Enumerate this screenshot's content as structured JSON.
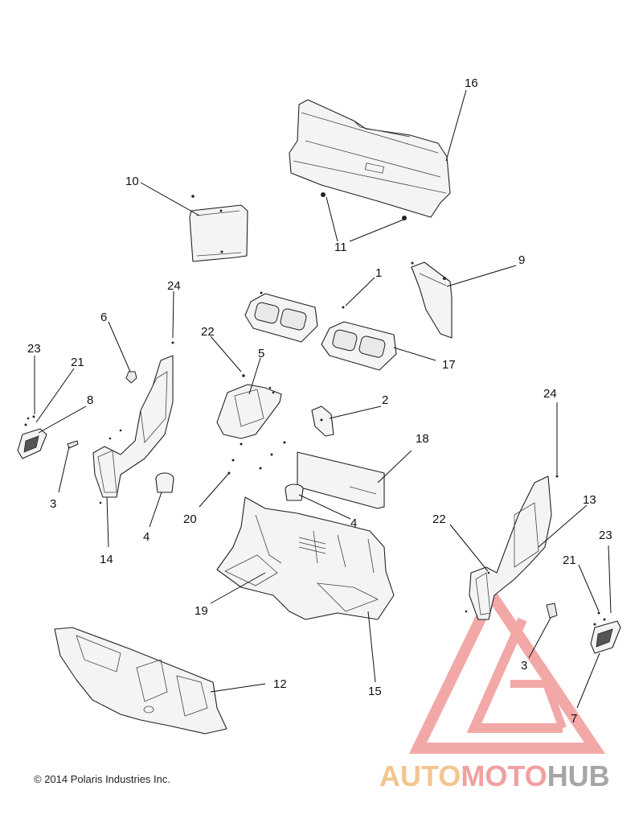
{
  "callouts": [
    {
      "id": "c1",
      "label": "1"
    },
    {
      "id": "c2",
      "label": "2"
    },
    {
      "id": "c3a",
      "label": "3"
    },
    {
      "id": "c3b",
      "label": "3"
    },
    {
      "id": "c4a",
      "label": "4"
    },
    {
      "id": "c4b",
      "label": "4"
    },
    {
      "id": "c5",
      "label": "5"
    },
    {
      "id": "c6",
      "label": "6"
    },
    {
      "id": "c7",
      "label": "7"
    },
    {
      "id": "c8",
      "label": "8"
    },
    {
      "id": "c9",
      "label": "9"
    },
    {
      "id": "c10",
      "label": "10"
    },
    {
      "id": "c11",
      "label": "11"
    },
    {
      "id": "c12",
      "label": "12"
    },
    {
      "id": "c13",
      "label": "13"
    },
    {
      "id": "c14",
      "label": "14"
    },
    {
      "id": "c15",
      "label": "15"
    },
    {
      "id": "c16",
      "label": "16"
    },
    {
      "id": "c17",
      "label": "17"
    },
    {
      "id": "c18",
      "label": "18"
    },
    {
      "id": "c19",
      "label": "19"
    },
    {
      "id": "c20",
      "label": "20"
    },
    {
      "id": "c21a",
      "label": "21"
    },
    {
      "id": "c21b",
      "label": "21"
    },
    {
      "id": "c22a",
      "label": "22"
    },
    {
      "id": "c22b",
      "label": "22"
    },
    {
      "id": "c23a",
      "label": "23"
    },
    {
      "id": "c23b",
      "label": "23"
    },
    {
      "id": "c24a",
      "label": "24"
    },
    {
      "id": "c24b",
      "label": "24"
    }
  ],
  "copyright": "© 2014 Polaris Industries Inc.",
  "watermark": {
    "part1": "AUTO",
    "part2": "MOTO",
    "part3": "HUB",
    "colors": {
      "triangle": "#f08c8c",
      "auto": "#f3c58f",
      "moto": "#f2a0a0",
      "hub": "#a6a6a6"
    }
  }
}
